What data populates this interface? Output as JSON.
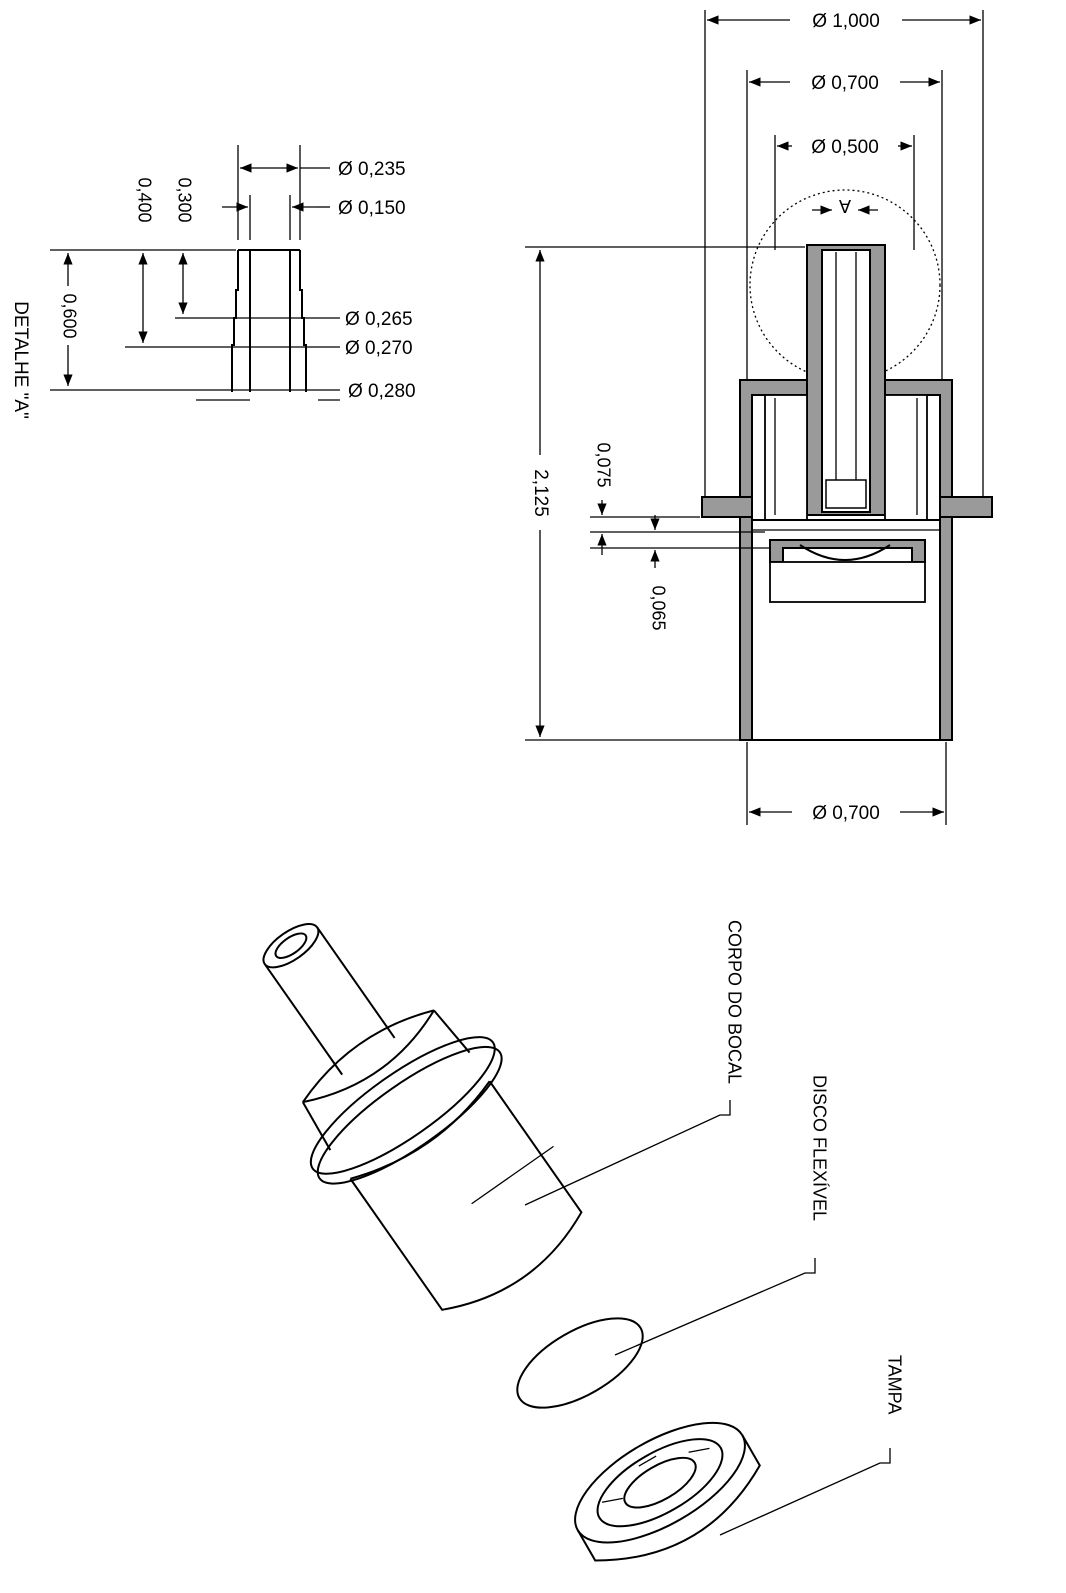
{
  "section_view": {
    "dim_outer_flange": "Ø 1,000",
    "dim_body_top": "Ø 0,700",
    "dim_bore": "Ø 0,500",
    "dim_body_bottom": "Ø 0,700",
    "dim_total_height": "2,125",
    "dim_075": "0,075",
    "dim_065": "0,065",
    "detail_marker": "A"
  },
  "detail_a": {
    "title": "DETALHE \"A\"",
    "dim_0235": "Ø 0,235",
    "dim_0150": "Ø 0,150",
    "dim_0265": "Ø 0,265",
    "dim_0270": "Ø 0,270",
    "dim_0280": "Ø 0,280",
    "dim_0400": "0,400",
    "dim_0300": "0,300",
    "dim_0600": "0,600"
  },
  "exploded_view": {
    "label_body": "CORPO DO BOCAL",
    "label_disc": "DISCO FLEXÍVEL",
    "label_cap": "TAMPA"
  }
}
